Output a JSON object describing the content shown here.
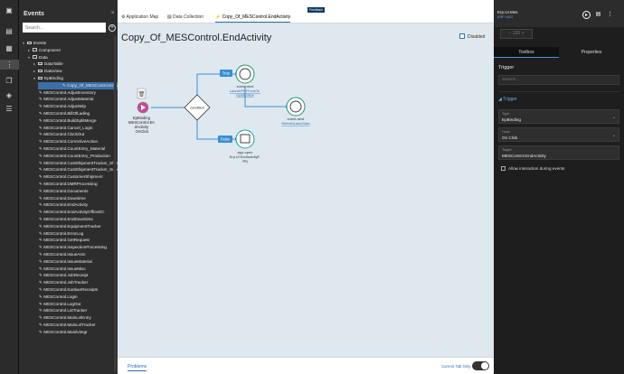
{
  "rail": {
    "icons": [
      "pages-icon",
      "components-icon",
      "layers-icon",
      "events-icon",
      "data-icon",
      "theme-icon",
      "settings-icon"
    ]
  },
  "events_panel": {
    "title": "Events",
    "search_placeholder": "Search...",
    "add_label": "+",
    "tree": [
      {
        "label": "Events",
        "level": 0,
        "kind": "folder",
        "expanded": true
      },
      {
        "label": "Component",
        "level": 1,
        "kind": "folder",
        "expanded": false
      },
      {
        "label": "Data",
        "level": 1,
        "kind": "folder",
        "expanded": true
      },
      {
        "label": "DataTable",
        "level": 2,
        "kind": "folder",
        "expanded": false
      },
      {
        "label": "DataView",
        "level": 2,
        "kind": "folder",
        "expanded": false
      },
      {
        "label": "EpBinding",
        "level": 2,
        "kind": "folder",
        "expanded": true
      },
      {
        "label": "Copy_Of_MESControl.EndActivity",
        "level": 3,
        "kind": "item",
        "selected": true
      },
      {
        "label": "MESControl.AdjustInventory",
        "level": 3,
        "kind": "item"
      },
      {
        "label": "MESControl.AdjustMaterial",
        "level": 3,
        "kind": "item"
      },
      {
        "label": "MESControl.AdjustWip",
        "level": 3,
        "kind": "item"
      },
      {
        "label": "MESControl.BillOfLading",
        "level": 3,
        "kind": "item"
      },
      {
        "label": "MESControl.BuildSplitMerge",
        "level": 3,
        "kind": "item"
      },
      {
        "label": "MESControl.Cancel_Login",
        "level": 3,
        "kind": "item"
      },
      {
        "label": "MESControl.ClockOut",
        "level": 3,
        "kind": "item"
      },
      {
        "label": "MESControl.CorrectiveAction",
        "level": 3,
        "kind": "item"
      },
      {
        "label": "MESControl.CountEntry_Material",
        "level": 3,
        "kind": "item"
      },
      {
        "label": "MESControl.CountEntry_Production",
        "level": 3,
        "kind": "item"
      },
      {
        "label": "MESControl.CustShipmentTracker_ShipRec",
        "level": 3,
        "kind": "item"
      },
      {
        "label": "MESControl.CustShipmentTracker_Supervisor",
        "level": 3,
        "kind": "item"
      },
      {
        "label": "MESControl.CustomerShipment",
        "level": 3,
        "kind": "item"
      },
      {
        "label": "MESControl.DMRProcessing",
        "level": 3,
        "kind": "item"
      },
      {
        "label": "MESControl.Documents",
        "level": 3,
        "kind": "item"
      },
      {
        "label": "MESControl.Downtime",
        "level": 3,
        "kind": "item"
      },
      {
        "label": "MESControl.EndActivity",
        "level": 3,
        "kind": "item"
      },
      {
        "label": "MESControl.EndActivityOfficeDC",
        "level": 3,
        "kind": "item"
      },
      {
        "label": "MESControl.EndDowntime",
        "level": 3,
        "kind": "item"
      },
      {
        "label": "MESControl.EquipmentTracker",
        "level": 3,
        "kind": "item"
      },
      {
        "label": "MESControl.ErrorLog",
        "level": 3,
        "kind": "item"
      },
      {
        "label": "MESControl.GetRequest",
        "level": 3,
        "kind": "item"
      },
      {
        "label": "MESControl.InspectionProcessing",
        "level": 3,
        "kind": "item"
      },
      {
        "label": "MESControl.IssueAsm",
        "level": 3,
        "kind": "item"
      },
      {
        "label": "MESControl.IssueMaterial",
        "level": 3,
        "kind": "item"
      },
      {
        "label": "MESControl.IssueMisc",
        "level": 3,
        "kind": "item"
      },
      {
        "label": "MESControl.JobReceipt",
        "level": 3,
        "kind": "item"
      },
      {
        "label": "MESControl.JobTracker",
        "level": 3,
        "kind": "item"
      },
      {
        "label": "MESControl.KanbanReceipts",
        "level": 3,
        "kind": "item"
      },
      {
        "label": "MESControl.Login",
        "level": 3,
        "kind": "item"
      },
      {
        "label": "MESControl.LogOut",
        "level": 3,
        "kind": "item"
      },
      {
        "label": "MESControl.LotTracker",
        "level": 3,
        "kind": "item"
      },
      {
        "label": "MESControl.MainLvlEntry",
        "level": 3,
        "kind": "item"
      },
      {
        "label": "MESControl.MainLvlTracker",
        "level": 3,
        "kind": "item"
      },
      {
        "label": "MESControl.Mainlvlmgr",
        "level": 3,
        "kind": "item"
      }
    ]
  },
  "tabs": [
    {
      "label": "Application Map",
      "icon": "map-icon"
    },
    {
      "label": "Data Collection",
      "icon": "collection-icon"
    },
    {
      "label": "Copy_Of_MESControl.EndActivity",
      "icon": "event-icon",
      "active": true
    }
  ],
  "feedback_label": "Feedback",
  "canvas": {
    "title": "Copy_Of_MESControl.EndActivity",
    "disabled_label": "Disabled",
    "trigger_node": {
      "label": "EpBinding MESControl.EndActivity OnClick"
    },
    "condition_node": {
      "label": "condition"
    },
    "true_label": "True",
    "false_label": "False",
    "event_next_1": {
      "type": "event-next",
      "link": "LaunchPDFFormTemplateView"
    },
    "app_open": {
      "type": "app-open",
      "sub": "Erp.UI.EndActivityEntry"
    },
    "event_next_2": {
      "type": "event-next",
      "link": "RefreshLaborData"
    }
  },
  "bottom": {
    "problems_label": "Problems",
    "current_tab_label": "Current Tab Only"
  },
  "right_panel": {
    "app_name": "Erp.UI.Mes",
    "app_sub": "ERP 4402",
    "zoom_value": "100",
    "tabs": [
      "Toolbox",
      "Properties"
    ],
    "active_tab": "Toolbox",
    "section_title": "Trigger",
    "search_placeholder": "Search...",
    "trigger_section": "Trigger",
    "type_label": "Type",
    "type_value": "EpBinding",
    "hook_label": "Hook",
    "hook_value": "On Click",
    "target_label": "Target",
    "target_value": "MESControl.EndActivity",
    "allow_label": "Allow interaction during events"
  },
  "colors": {
    "accent": "#2a6fb4",
    "true_badge": "#3a8ed6",
    "node_green": "#1e9a6d",
    "node_teal": "#16a38e",
    "trigger_pink": "#c54a9a",
    "canvas_bg": "#dfe8ef"
  }
}
